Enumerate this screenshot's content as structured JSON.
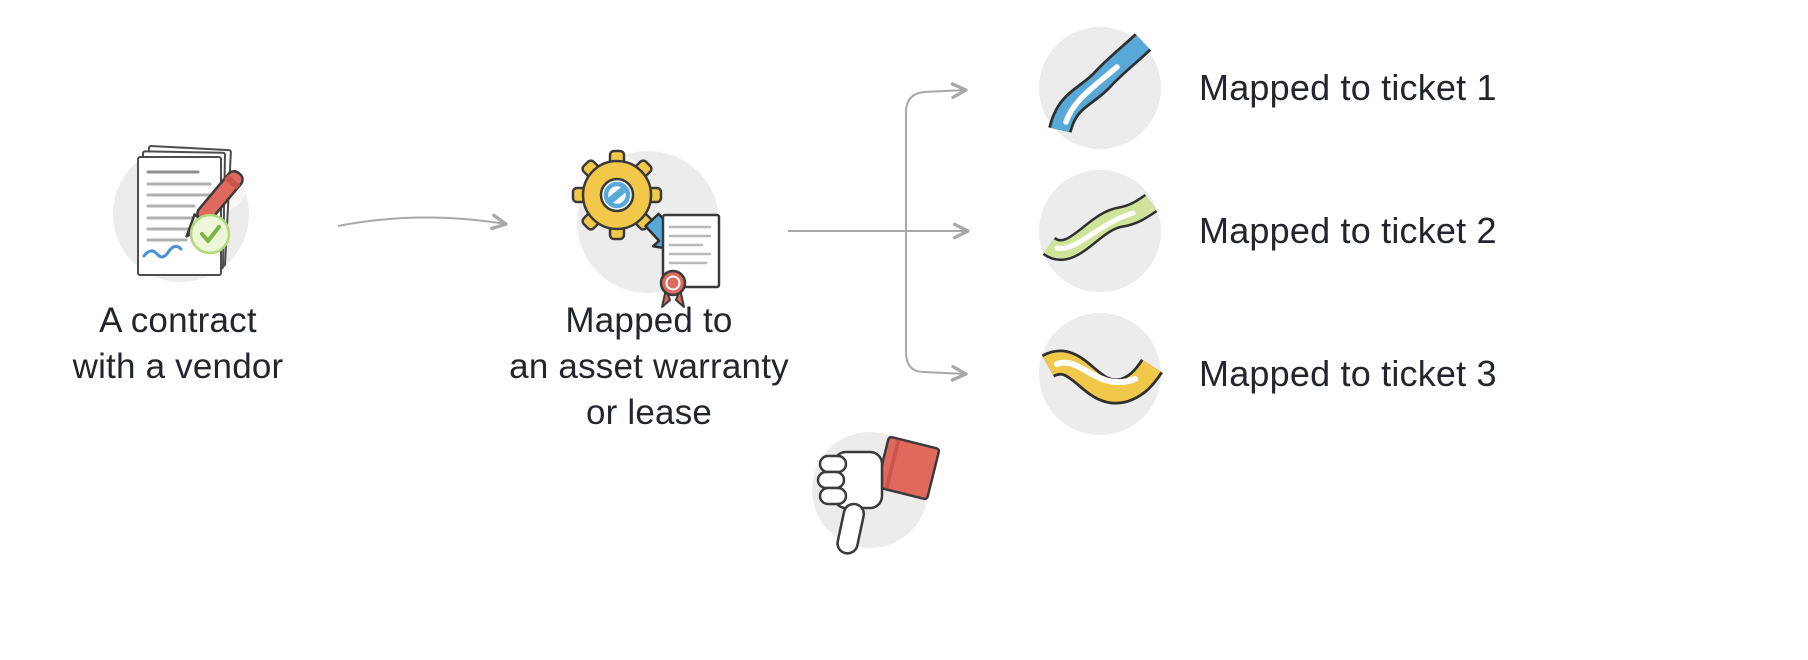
{
  "diagram": {
    "contract_node": {
      "icon": "signed-contract-icon",
      "label_line1": "A contract",
      "label_line2": "with a vendor"
    },
    "asset_node": {
      "icon": "asset-mapping-icon",
      "label_line1": "Mapped to",
      "label_line2": "an asset warranty",
      "label_line3": "or lease"
    },
    "tickets": [
      {
        "icon": "blue-ribbon-icon",
        "ribbon_color": "#58a8d8",
        "label": "Mapped to ticket 1"
      },
      {
        "icon": "green-ribbon-icon",
        "ribbon_color": "#cfe49a",
        "label": "Mapped to ticket 2"
      },
      {
        "icon": "yellow-ribbon-icon",
        "ribbon_color": "#f2c84b",
        "label": "Mapped to ticket 3"
      }
    ],
    "thumbs_down_node": {
      "icon": "thumbs-down-icon"
    },
    "colors": {
      "node_circle_bg": "#ececec",
      "arrow_gray": "#a8a8a8",
      "text": "#22262c",
      "gear_yellow": "#f2c84b",
      "accent_blue": "#58a8d8",
      "pen_red": "#e0695e",
      "rosette_red": "#e0695e",
      "sleeve_red": "#e0695e",
      "check_green": "#7db544",
      "outline_dark": "#3a3a3a"
    }
  }
}
